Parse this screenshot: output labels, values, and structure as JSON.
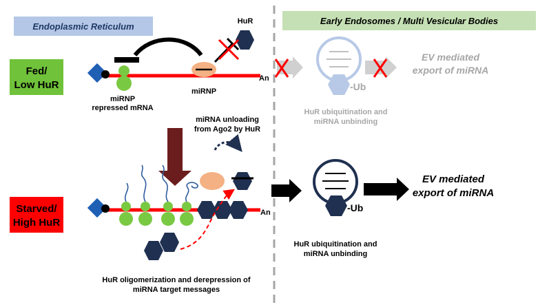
{
  "headers": {
    "er": "Endoplasmic Reticulum",
    "endosome": "Early Endosomes / Multi Vesicular Bodies"
  },
  "states": {
    "fed_line1": "Fed/",
    "fed_line2": "Low HuR",
    "starved_line1": "Starved/",
    "starved_line2": "High HuR"
  },
  "labels": {
    "hur_top": "HuR",
    "mirnp_1": "miRNP",
    "mirnp_2": "repressed mRNA",
    "mirnp_right": "miRNP",
    "polya_top": "An",
    "polya_bottom": "An",
    "ub_top": "-Ub",
    "ub_bottom": "-Ub",
    "ev_top_1": "EV mediated",
    "ev_top_2": "export of miRNA",
    "ev_bottom_1": "EV mediated",
    "ev_bottom_2": "export of miRNA",
    "ubq_top_1": "HuR ubiquitination and",
    "ubq_top_2": "miRNA unbinding",
    "ubq_bottom_1": "HuR ubiquitination and",
    "ubq_bottom_2": "miRNA unbinding",
    "unload_1": "miRNA unloading",
    "unload_2": "from Ago2 by HuR",
    "olig_1": "HuR oligomerization and derepression of",
    "olig_2": "miRNA target messages"
  },
  "colors": {
    "er_header_bg": "#b4c7e7",
    "endosome_header_bg": "#c5e0b4",
    "fed_bg": "#70c23a",
    "starved_bg": "#ff0000",
    "mrna_line": "#ff0000",
    "cap": "#1f5fb4",
    "ribosome": "#7ac943",
    "hur": "#1f3050",
    "ago": "#f4b183",
    "big_arrow": "#6b1c1c",
    "faded": "#b7c9e6",
    "faded_text": "#a6a6a6",
    "red_x": "#ff0000"
  }
}
